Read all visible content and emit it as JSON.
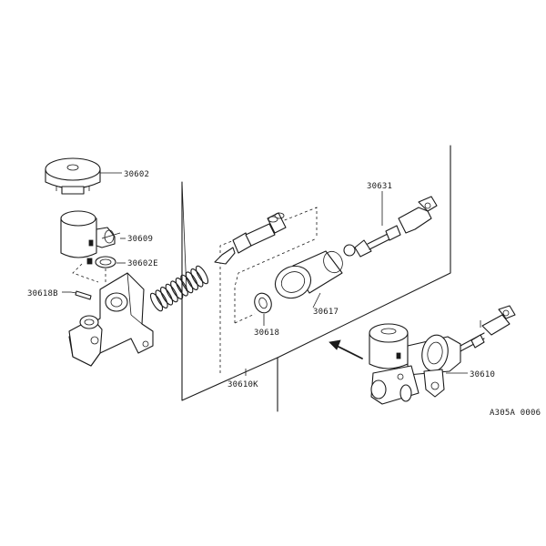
{
  "diagram": {
    "callouts": {
      "p30602": "30602",
      "p30609": "30609",
      "p30602e": "30602E",
      "p30618b": "30618B",
      "p30631": "30631",
      "p30617": "30617",
      "p30618": "30618",
      "p30610k": "30610K",
      "p30610": "30610"
    },
    "reference_code": "A305A 0006"
  }
}
